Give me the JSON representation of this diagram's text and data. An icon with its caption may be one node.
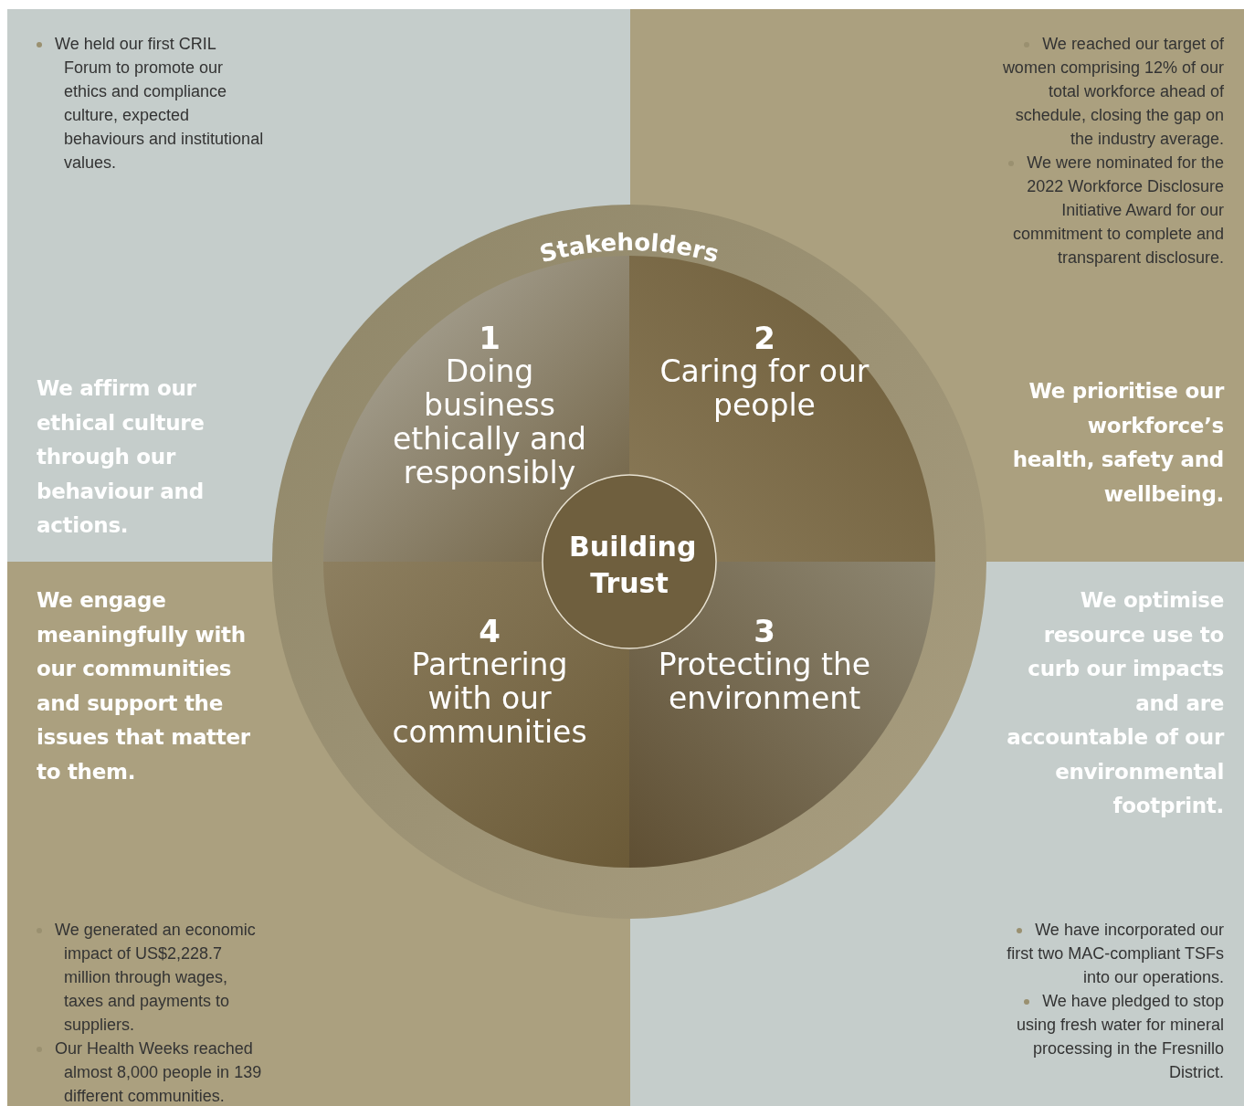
{
  "diagram": {
    "nodes": [
      {
        "text": [
          "We held our first CRIL Forum to promote our ethics and compliance culture, expected behaviours and institutional values.",
          "We affirm our ethical culture through our behaviour and actions."
        ]
      },
      {
        "text": [
          "We reached our target of women comprising 12% of our total workforce ahead of schedule, closing the gap on the industry average.",
          "We were nominated for the 2022 Workforce Disclosure Initiative Award for our commitment to complete and transparent disclosure.",
          "We prioritise our workforce’s health, safety and wellbeing."
        ]
      },
      {
        "text": [
          "We engage meaningfully with our communities and support the issues that matter to them.",
          "We generated an economic impact of US$2,228.7 million through wages, taxes and payments to suppliers.",
          "Our Health Weeks reached almost 8,000 people in 139 different communities."
        ]
      },
      {
        "text": [
          "We optimise resource use to curb our impacts and are accountable of our environmental footprint.",
          "We have incorporated our first two MAC-compliant TSFs into our operations.",
          "We have pledged to stop using fresh water for mineral processing in the Fresnillo District."
        ]
      },
      {
        "text": [
          "Stakeholders"
        ]
      },
      {
        "text": [
          "1",
          "Doing business ethically and responsibly"
        ],
        "in": 4
      },
      {
        "text": [
          "2",
          "Caring for our people"
        ],
        "in": 4
      },
      {
        "text": [
          "4",
          "Partnering with our communities"
        ],
        "in": 4
      },
      {
        "text": [
          "3",
          "Protecting the environment"
        ],
        "in": 4
      },
      {
        "text": [
          "Building Trust"
        ],
        "in": 4
      }
    ],
    "edges": []
  }
}
